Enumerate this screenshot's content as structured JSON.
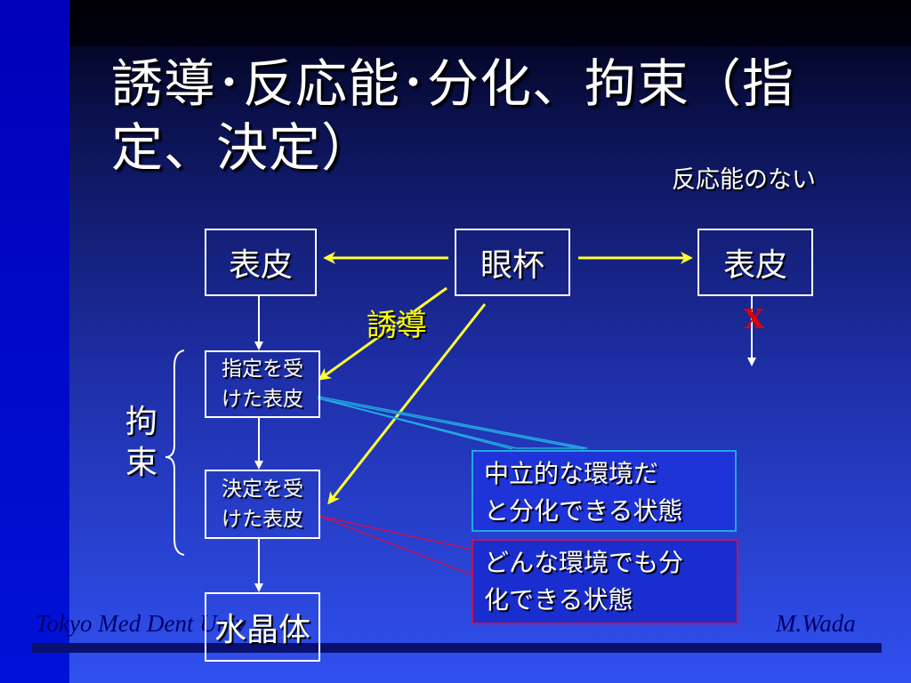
{
  "title": "誘導･反応能･分化、拘束（指定、決定）",
  "subtitle": "反応能のない",
  "boxes": {
    "epidermis_left": "表皮",
    "optic_cup": "眼杯",
    "epidermis_right": "表皮",
    "specified_line1": "指定を受",
    "specified_line2": "けた表皮",
    "determined_line1": "決定を受",
    "determined_line2": "けた表皮",
    "lens": "水晶体"
  },
  "labels": {
    "induction": "誘導",
    "blocked": "X",
    "restriction_char1": "拘",
    "restriction_char2": "束"
  },
  "callouts": {
    "neutral_line1": "中立的な環境だ",
    "neutral_line2": "と分化できる状態",
    "any_line1": "どんな環境でも分",
    "any_line2": "化できる状態"
  },
  "footer": {
    "left": "Tokyo Med Dent Univ",
    "right": "M.Wada"
  },
  "colors": {
    "induction_arrow": "#ffff33",
    "blocked_mark": "#e00000",
    "callout1_border": "#22a8e0",
    "callout2_border": "#c0145a"
  }
}
